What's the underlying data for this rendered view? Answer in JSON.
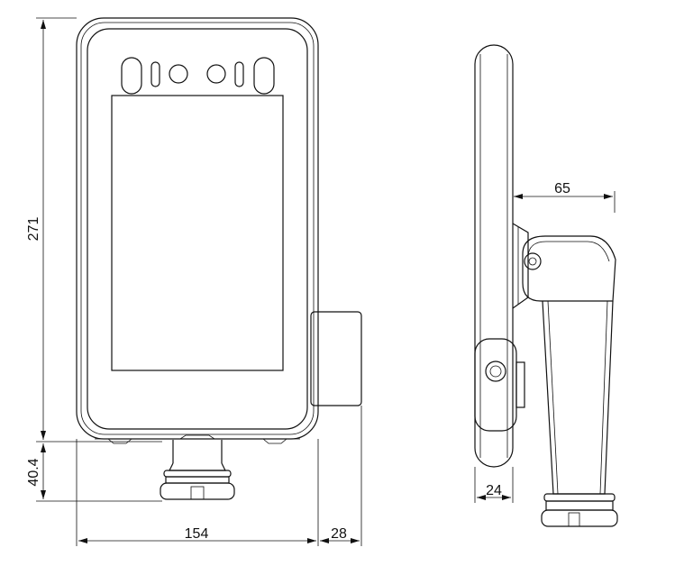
{
  "drawing": {
    "dimensions": {
      "height_main": "271",
      "height_base": "40.4",
      "width_front": "154",
      "depth_clip": "28",
      "side_depth": "24",
      "arm_offset": "65"
    }
  }
}
